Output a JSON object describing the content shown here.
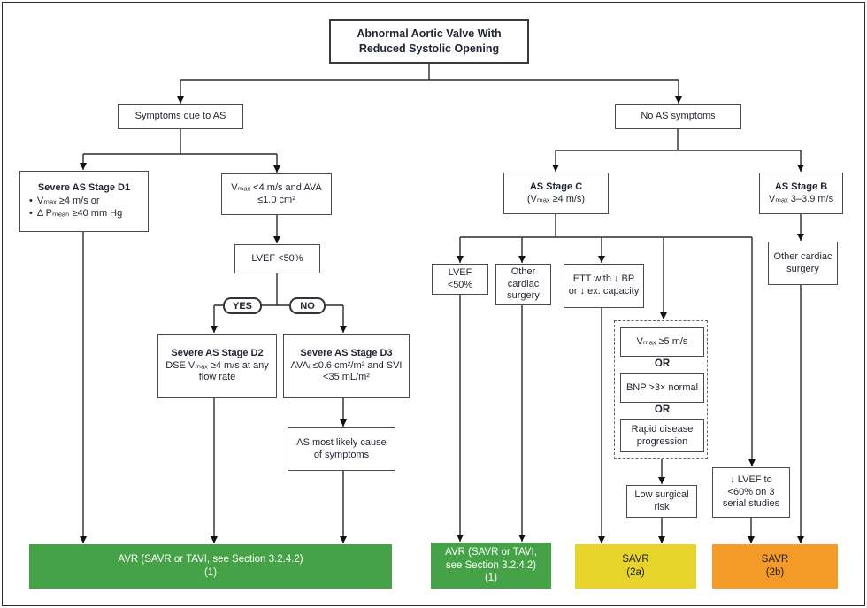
{
  "colors": {
    "green": "#46a247",
    "yellow": "#e6d42c",
    "orange": "#f39b26"
  },
  "root": {
    "title": "Abnormal Aortic Valve With Reduced Systolic Opening"
  },
  "branch_symptomatic": {
    "header": "Symptoms due to AS",
    "d1": {
      "title": "Severe AS Stage D1",
      "bullet1": "Vₘₐₓ ≥4 m/s or",
      "bullet2": "Δ Pₘₑₐₙ ≥40 mm Hg"
    },
    "vmax_lt4": "Vₘₐₓ <4 m/s and AVA ≤1.0 cm²",
    "lvef_lt50": "LVEF <50%",
    "yes": "YES",
    "no": "NO",
    "d2": {
      "title": "Severe AS Stage D2",
      "body": "DSE Vₘₐₓ ≥4 m/s at any flow rate"
    },
    "d3": {
      "title": "Severe AS Stage D3",
      "body": "AVAᵢ ≤0.6 cm²/m² and SVI <35 mL/m²"
    },
    "as_most_likely": "AS most likely cause of symptoms"
  },
  "branch_asymptomatic": {
    "header": "No AS symptoms",
    "stage_c": {
      "title": "AS Stage C",
      "subtitle": "(Vₘₐₓ ≥4 m/s)"
    },
    "stage_b": {
      "title": "AS Stage B",
      "subtitle": "Vₘₐₓ 3–3.9 m/s"
    },
    "lvef_lt50": "LVEF <50%",
    "other_cardiac_surgery": "Other cardiac surgery",
    "ett": "ETT with ↓ BP or ↓ ex. capacity",
    "criteria": {
      "vmax_ge5": "Vₘₐₓ ≥5 m/s",
      "or1": "OR",
      "bnp": "BNP >3× normal",
      "or2": "OR",
      "rapid": "Rapid disease progression"
    },
    "low_surgical_risk": "Low surgical risk",
    "lvef_decline": "↓ LVEF to <60% on 3 serial studies",
    "other_cardiac_surgery_b": "Other cardiac surgery"
  },
  "outcomes": {
    "avr_main": {
      "line1": "AVR (SAVR or TAVI, see Section 3.2.4.2)",
      "line2": "(1)"
    },
    "avr_secondary": {
      "line1": "AVR (SAVR or TAVI, see Section 3.2.4.2)",
      "line2": "(1)"
    },
    "savr_2a": {
      "line1": "SAVR",
      "line2": "(2a)"
    },
    "savr_2b": {
      "line1": "SAVR",
      "line2": "(2b)"
    }
  }
}
